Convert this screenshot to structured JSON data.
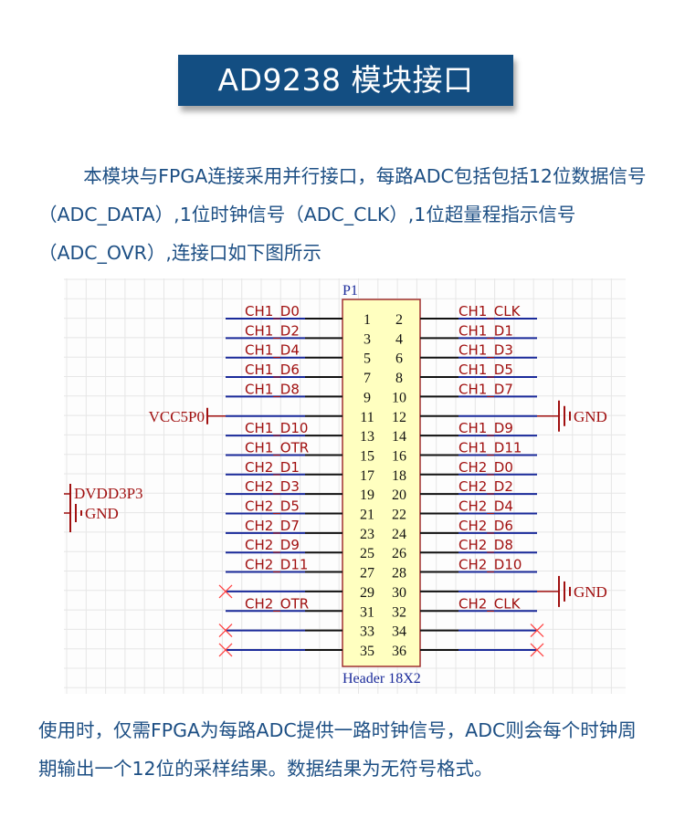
{
  "title": "AD9238 模块接口",
  "intro_paragraph": "本模块与FPGA连接采用并行接口，每路ADC包括包括12位数据信号（ADC_DATA）,1位时钟信号（ADC_CLK）,1位超量程指示信号（ADC_OVR）,连接口如下图所示",
  "usage_paragraph": "使用时，仅需FPGA为每路ADC提供一路时钟信号，ADC则会每个时钟周期输出一个12位的采样结果。数据结果为无符号格式。",
  "schematic": {
    "designator": "P1",
    "part_name": "Header 18X2",
    "side_power": {
      "net": "DVDD3P3",
      "gnd": "GND"
    },
    "rows": [
      {
        "left_pin": "1",
        "left": "CH1_D0",
        "right_pin": "2",
        "right": "CH1_CLK"
      },
      {
        "left_pin": "3",
        "left": "CH1_D2",
        "right_pin": "4",
        "right": "CH1_D1"
      },
      {
        "left_pin": "5",
        "left": "CH1_D4",
        "right_pin": "6",
        "right": "CH1_D3"
      },
      {
        "left_pin": "7",
        "left": "CH1_D6",
        "right_pin": "8",
        "right": "CH1_D5"
      },
      {
        "left_pin": "9",
        "left": "CH1_D8",
        "right_pin": "10",
        "right": "CH1_D7"
      },
      {
        "left_pin": "11",
        "left_power": "VCC5P0",
        "right_pin": "12",
        "right_gnd": "GND"
      },
      {
        "left_pin": "13",
        "left": "CH1_D10",
        "right_pin": "14",
        "right": "CH1_D9"
      },
      {
        "left_pin": "15",
        "left": "CH1_OTR",
        "right_pin": "16",
        "right": "CH1_D11"
      },
      {
        "left_pin": "17",
        "left": "CH2_D1",
        "right_pin": "18",
        "right": "CH2_D0"
      },
      {
        "left_pin": "19",
        "left": "CH2_D3",
        "right_pin": "20",
        "right": "CH2_D2"
      },
      {
        "left_pin": "21",
        "left": "CH2_D5",
        "right_pin": "22",
        "right": "CH2_D4"
      },
      {
        "left_pin": "23",
        "left": "CH2_D7",
        "right_pin": "24",
        "right": "CH2_D6"
      },
      {
        "left_pin": "25",
        "left": "CH2_D9",
        "right_pin": "26",
        "right": "CH2_D8"
      },
      {
        "left_pin": "27",
        "left": "CH2_D11",
        "right_pin": "28",
        "right": "CH2_D10"
      },
      {
        "left_pin": "29",
        "left_nc": true,
        "right_pin": "30",
        "right_gnd": "GND"
      },
      {
        "left_pin": "31",
        "left": "CH2_OTR",
        "right_pin": "32",
        "right": "CH2_CLK"
      },
      {
        "left_pin": "33",
        "left_nc": true,
        "right_pin": "34",
        "right_nc": true
      },
      {
        "left_pin": "35",
        "left_nc": true,
        "right_pin": "36",
        "right_nc": true
      }
    ]
  },
  "colors": {
    "title_bg": "#134e82",
    "text": "#1d4f84",
    "net_label": "#a01010",
    "wire": "#1a2a9a",
    "pin": "#111111",
    "body_fill": "#ffffc0",
    "body_stroke": "#a03030",
    "nc": "#ff4040",
    "grid": "#e6e6e6"
  }
}
